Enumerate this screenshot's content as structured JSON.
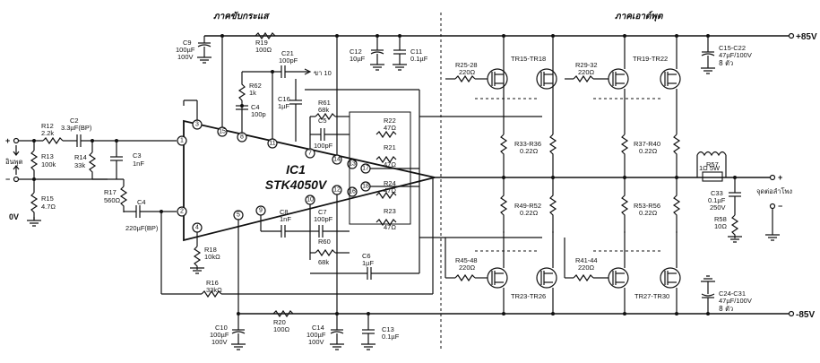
{
  "sections": {
    "driver": "ภาคขับกระแส",
    "output": "ภาคเอาต์พุต"
  },
  "ic": {
    "name": "IC1",
    "part": "STK4050V"
  },
  "rails": {
    "pos": "+85V",
    "neg": "-85V"
  },
  "input": {
    "label": "อินพุต",
    "plus": "+",
    "minus": "−",
    "ground": "0V"
  },
  "speaker": {
    "label": "จุดต่อลำโพง",
    "plus": "+",
    "minus": "−"
  },
  "pins": [
    "1",
    "2",
    "3",
    "4",
    "5",
    "7",
    "8",
    "9",
    "10",
    "11",
    "12",
    "13",
    "14",
    "15",
    "16",
    "17",
    "18"
  ],
  "parts": {
    "r12": [
      "R12",
      "2.2k"
    ],
    "c2": [
      "C2",
      "3.3µF(BP)"
    ],
    "r13": [
      "R13",
      "100k"
    ],
    "r14": [
      "R14",
      "33k"
    ],
    "c3": [
      "C3",
      "1nF"
    ],
    "r15": [
      "R15",
      "4.7Ω"
    ],
    "r17": [
      "R17",
      "560Ω"
    ],
    "c4b": [
      "C4",
      "220µF(BP)"
    ],
    "c9": [
      "C9",
      "100µF",
      "100V"
    ],
    "r19": [
      "R19",
      "100Ω"
    ],
    "c21": [
      "C21",
      "100pF"
    ],
    "r62": [
      "R62",
      "1k"
    ],
    "c4": [
      "C4",
      "100p"
    ],
    "c16": [
      "C16",
      "1µF"
    ],
    "r61": [
      "R61",
      "68k"
    ],
    "c5": [
      "C5",
      "100pF"
    ],
    "c12": [
      "C12",
      "10µF"
    ],
    "c11": [
      "C11",
      "0.1µF"
    ],
    "r22": [
      "R22",
      "47Ω"
    ],
    "r21": [
      "R21",
      "47Ω"
    ],
    "r24": [
      "R24",
      "47Ω"
    ],
    "r23": [
      "R23",
      "47Ω"
    ],
    "c8": [
      "C8",
      "1nF"
    ],
    "c7": [
      "C7",
      "100pF"
    ],
    "r60": [
      "R60",
      "68k"
    ],
    "c6": [
      "C6",
      "1µF"
    ],
    "r18": [
      "R18",
      "10kΩ"
    ],
    "r16": [
      "R16",
      "33kΩ"
    ],
    "c10": [
      "C10",
      "100µF",
      "100V"
    ],
    "r20": [
      "R20",
      "100Ω"
    ],
    "c14": [
      "C14",
      "100µF",
      "100V"
    ],
    "c13": [
      "C13",
      "0.1µF"
    ],
    "r2528": [
      "R25-28",
      "220Ω"
    ],
    "tr1518": "TR15-TR18",
    "r2932": [
      "R29-32",
      "220Ω"
    ],
    "tr1922": "TR19-TR22",
    "c1522": [
      "C15-C22",
      "47µF/100V",
      "8 ตัว"
    ],
    "r3336": [
      "R33-R36",
      "0.22Ω"
    ],
    "r3740": [
      "R37-R40",
      "0.22Ω"
    ],
    "r57": [
      "R57",
      "1Ω 5W"
    ],
    "c33": [
      "C33",
      "0.1µF",
      "250V"
    ],
    "r58": [
      "R58",
      "10Ω"
    ],
    "r4952": [
      "R49-R52",
      "0.22Ω"
    ],
    "r5356": [
      "R53-R56",
      "0.22Ω"
    ],
    "r4548": [
      "R45-48",
      "220Ω"
    ],
    "r4144": [
      "R41-44",
      "220Ω"
    ],
    "tr2326": "TR23-TR26",
    "tr2730": "TR27-TR30",
    "c2431": [
      "C24-C31",
      "47µF/100V",
      "8 ตัว"
    ]
  },
  "to10": "ขา 10"
}
